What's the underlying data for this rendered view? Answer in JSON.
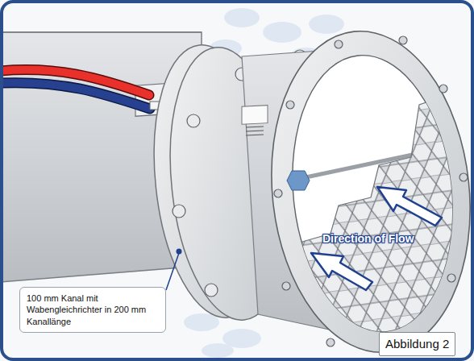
{
  "diagram": {
    "nodes": [
      {
        "text": [
          "100 mm Kanal mit Wabengleichrichter in 200 mm Kanallänge"
        ]
      },
      {
        "text": [
          "Abbildung 2"
        ]
      }
    ],
    "edges": [],
    "labels": [
      "Direction of Flow"
    ]
  }
}
